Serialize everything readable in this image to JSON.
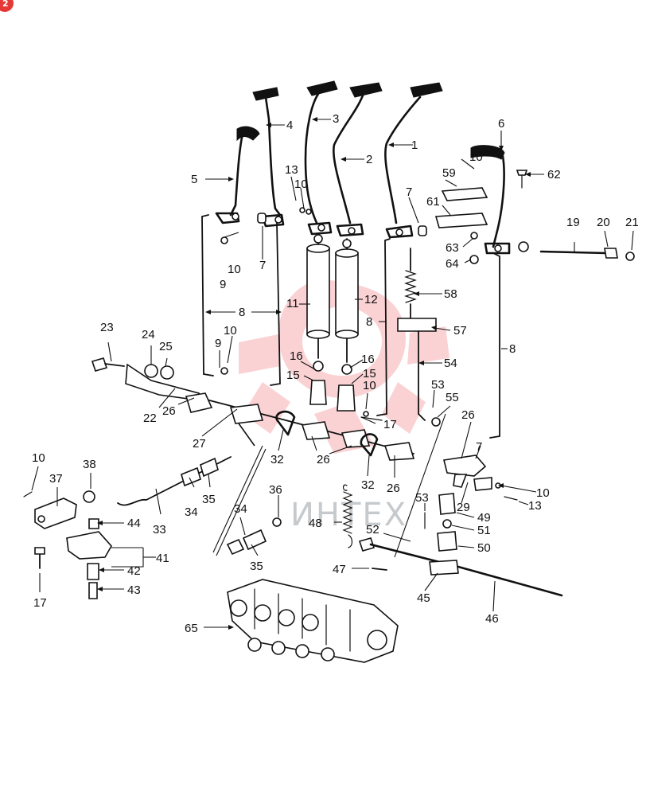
{
  "badge": "2",
  "watermark": "ИНТЕХ",
  "callouts": [
    "1",
    "2",
    "3",
    "4",
    "5",
    "6",
    "7",
    "8",
    "9",
    "10",
    "11",
    "12",
    "13",
    "15",
    "16",
    "17",
    "19",
    "20",
    "21",
    "22",
    "23",
    "24",
    "25",
    "26",
    "27",
    "29",
    "32",
    "33",
    "34",
    "35",
    "36",
    "37",
    "38",
    "41",
    "42",
    "43",
    "44",
    "45",
    "46",
    "47",
    "48",
    "49",
    "50",
    "51",
    "52",
    "53",
    "54",
    "55",
    "57",
    "58",
    "59",
    "61",
    "62",
    "63",
    "64",
    "65"
  ]
}
